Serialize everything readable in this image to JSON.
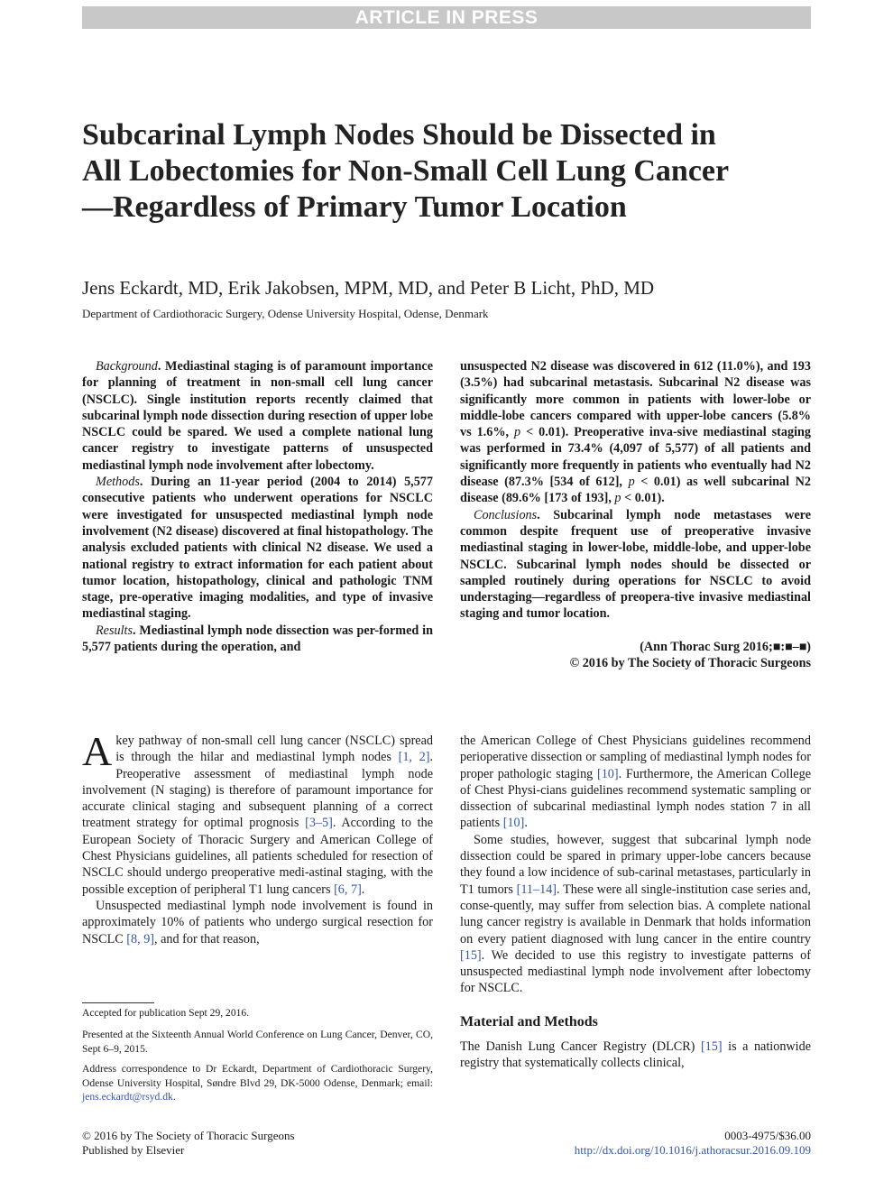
{
  "banner": "ARTICLE IN PRESS",
  "title": "Subcarinal Lymph Nodes Should be Dissected in All Lobectomies for Non-Small Cell Lung Cancer—Regardless of Primary Tumor Location",
  "authors": "Jens Eckardt, MD, Erik Jakobsen, MPM, MD, and Peter B Licht, PhD, MD",
  "affiliation": "Department of Cardiothoracic Surgery, Odense University Hospital, Odense, Denmark",
  "abstract": {
    "background_label": "Background",
    "background": ". Mediastinal staging is of paramount importance for planning of treatment in non-small cell lung cancer (NSCLC). Single institution reports recently claimed that subcarinal lymph node dissection during resection of upper lobe NSCLC could be spared. We used a complete national lung cancer registry to investigate patterns of unsuspected mediastinal lymph node involvement after lobectomy.",
    "methods_label": "Methods",
    "methods": ". During an 11-year period (2004 to 2014) 5,577 consecutive patients who underwent operations for NSCLC were investigated for unsuspected mediastinal lymph node involvement (N2 disease) discovered at final histopathology. The analysis excluded patients with clinical N2 disease. We used a national registry to extract information for each patient about tumor location, histopathology, clinical and pathologic TNM stage, pre-operative imaging modalities, and type of invasive mediastinal staging.",
    "results_label": "Results",
    "results_a": ". Mediastinal lymph node dissection was per-formed in 5,577 patients during the operation, and",
    "results_b": "unsuspected N2 disease was discovered in 612 (11.0%), and 193 (3.5%) had subcarinal metastasis. Subcarinal N2 disease was significantly more common in patients with lower-lobe or middle-lobe cancers compared with upper-lobe cancers (5.8% vs 1.6%, ",
    "p1": "p",
    "results_c": " < 0.01). Preoperative inva-sive mediastinal staging was performed in 73.4% (4,097 of 5,577) of all patients and significantly more frequently in patients who eventually had N2 disease (87.3% [534 of 612], ",
    "p2": "p",
    "results_d": " < 0.01) as well subcarinal N2 disease (89.6% [173 of 193], ",
    "p3": "p",
    "results_e": " < 0.01).",
    "conclusions_label": "Conclusions",
    "conclusions": ". Subcarinal lymph node metastases were common despite frequent use of preoperative invasive mediastinal staging in lower-lobe, middle-lobe, and upper-lobe NSCLC. Subcarinal lymph nodes should be dissected or sampled routinely during operations for NSCLC to avoid understaging—regardless of preopera-tive invasive mediastinal staging and tumor location.",
    "citation": "(Ann Thorac Surg 2016;■:■–■)",
    "copyright": "© 2016 by The Society of Thoracic Surgeons"
  },
  "body": {
    "dropcap": "A",
    "p1_a": "key pathway of non-small cell lung cancer (NSCLC) spread is through the hilar and mediastinal lymph nodes ",
    "ref1": "[1, 2]",
    "p1_b": ". Preoperative assessment of mediastinal lymph node involvement (N staging) is therefore of paramount importance for accurate clinical staging and subsequent planning of a correct treatment strategy for optimal prognosis ",
    "ref2": "[3–5]",
    "p1_c": ". According to the European Society of Thoracic Surgery and American College of Chest Physicians guidelines, all patients scheduled for resection of NSCLC should undergo preoperative medi-astinal staging, with the possible exception of peripheral T1 lung cancers ",
    "ref3": "[6, 7]",
    "p1_d": ".",
    "p2_a": "Unsuspected mediastinal lymph node involvement is found in approximately 10% of patients who undergo surgical resection for NSCLC ",
    "ref4": "[8, 9]",
    "p2_b": ", and for that reason,",
    "r1_a": "the American College of Chest Physicians guidelines recommend perioperative dissection or sampling of mediastinal lymph nodes for proper pathologic staging ",
    "ref5": "[10]",
    "r1_b": ". Furthermore, the American College of Chest Physi-cians guidelines recommend systematic sampling or dissection of subcarinal mediastinal lymph nodes station 7 in all patients ",
    "ref6": "[10]",
    "r1_c": ".",
    "r2_a": "Some studies, however, suggest that subcarinal lymph node dissection could be spared in primary upper-lobe cancers because they found a low incidence of sub-carinal metastases, particularly in T1 tumors ",
    "ref7": "[11–14]",
    "r2_b": ". These were all single-institution case series and, conse-quently, may suffer from selection bias. A complete national lung cancer registry is available in Denmark that holds information on every patient diagnosed with lung cancer in the entire country ",
    "ref8": "[15]",
    "r2_c": ". We decided to use this registry to investigate patterns of unsuspected mediastinal lymph node involvement after lobectomy for NSCLC.",
    "section_heading": "Material and Methods",
    "r3_a": "The Danish Lung Cancer Registry (DLCR) ",
    "ref9": "[15]",
    "r3_b": " is a nationwide registry that systematically collects clinical,"
  },
  "footnotes": {
    "accepted": "Accepted for publication Sept 29, 2016.",
    "presented": "Presented at the Sixteenth Annual World Conference on Lung Cancer, Denver, CO, Sept 6–9, 2015.",
    "address": "Address correspondence to Dr Eckardt, Department of Cardiothoracic Surgery, Odense University Hospital, Søndre Blvd 29, DK-5000 Odense, Denmark; email: ",
    "email": "jens.eckardt@rsyd.dk",
    "address_end": "."
  },
  "footer": {
    "copyright": "© 2016 by The Society of Thoracic Surgeons",
    "publisher": "Published by Elsevier",
    "price": "0003-4975/$36.00",
    "doi": "http://dx.doi.org/10.1016/j.athoracsur.2016.09.109"
  },
  "colors": {
    "banner_bg": "#c8c8c8",
    "link": "#3355aa"
  }
}
